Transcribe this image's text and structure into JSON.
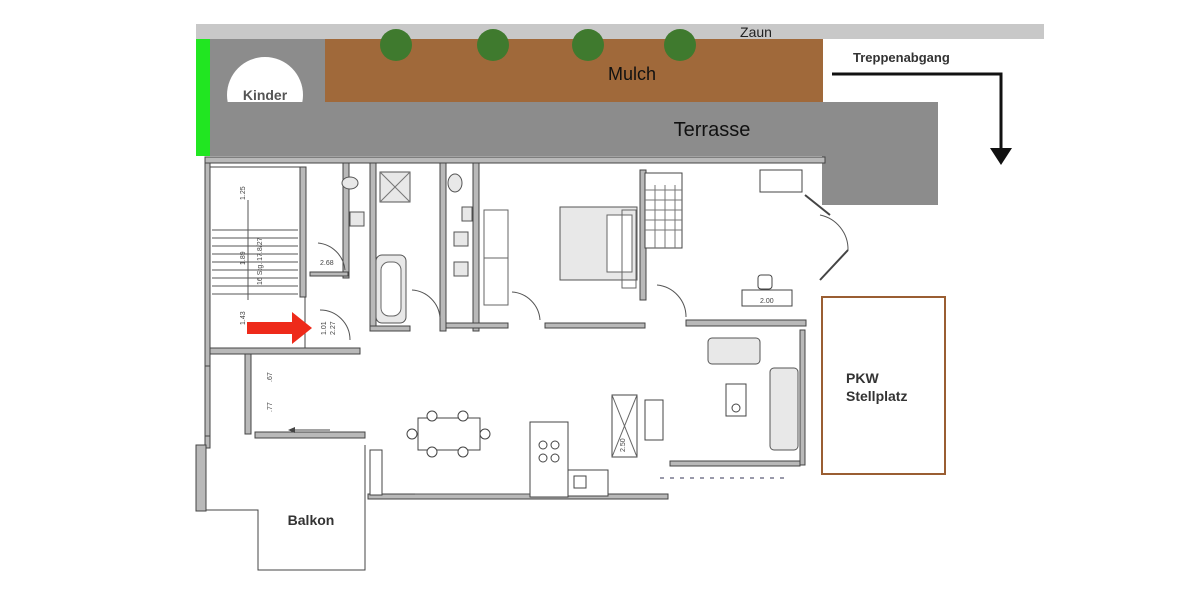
{
  "labels": {
    "zaun": "Zaun",
    "mulch": "Mulch",
    "treppenabgang": "Treppenabgang",
    "kinder": "Kinder",
    "terrasse": "Terrasse",
    "pkw_line1": "PKW",
    "pkw_line2": "Stellplatz",
    "balkon": "Balkon"
  },
  "dimensions": {
    "d125": "1.25",
    "d189": "1.89",
    "d143": "1.43",
    "stairs": "16 Stg. 17.8/27",
    "d268": "2.68",
    "d200": "2.00",
    "d250": "2.50",
    "d101": "1.01",
    "d227": "2.27",
    "d67": ".67",
    "d77": ".77"
  },
  "colors": {
    "fence": "#c8c8c8",
    "mulch": "#a0693a",
    "terrace": "#8c8c8c",
    "tree": "#3f7a2e",
    "kinder_bg": "#ffffff",
    "green_strip": "#21e621",
    "arrow_red": "#ee2a1a",
    "parking_border": "#9a5e32"
  }
}
